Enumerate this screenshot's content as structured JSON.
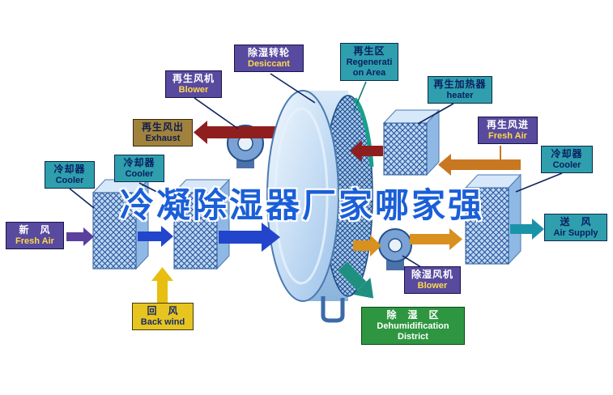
{
  "watermark": "冷凝除湿器厂家哪家强",
  "labels": {
    "desiccant": {
      "zh": "除湿转轮",
      "en": "Desiccant"
    },
    "regen_area": {
      "zh": "再生区",
      "en1": "Regenerati",
      "en2": "on Area"
    },
    "regen_blower": {
      "zh": "再生风机",
      "en": "Blower"
    },
    "regen_heater": {
      "zh": "再生加热器",
      "en": "heater"
    },
    "exhaust": {
      "zh": "再生风出",
      "en": "Exhaust"
    },
    "regen_fresh_air": {
      "zh": "再生风进",
      "en": "Fresh Air"
    },
    "cooler_left": {
      "zh": "冷却器",
      "en": "Cooler"
    },
    "cooler_mid": {
      "zh": "冷却器",
      "en": "Cooler"
    },
    "cooler_right": {
      "zh": "冷却器",
      "en": "Cooler"
    },
    "fresh_air": {
      "zh": "新　风",
      "en": "Fresh Air"
    },
    "air_supply": {
      "zh": "送　风",
      "en": "Air Supply"
    },
    "back_wind": {
      "zh": "回　风",
      "en": "Back wind"
    },
    "dehumid_blower": {
      "zh": "除湿风机",
      "en": "Blower"
    },
    "dehumid_district": {
      "zh": "除　湿　区",
      "en1": "Dehumidification",
      "en2": "District"
    }
  },
  "colors": {
    "label_purple": "#584a9e",
    "label_teal": "#2f9fae",
    "label_tan": "#a0823c",
    "label_yellow": "#e6c520",
    "label_green": "#2e9640",
    "arrow_maroon": "#8f1f1f",
    "arrow_blue": "#2245cc",
    "arrow_purple": "#5b3f9e",
    "arrow_orange": "#d8901e",
    "arrow_teal": "#1a93a8",
    "watermark_blue": "#1a5fd8"
  }
}
